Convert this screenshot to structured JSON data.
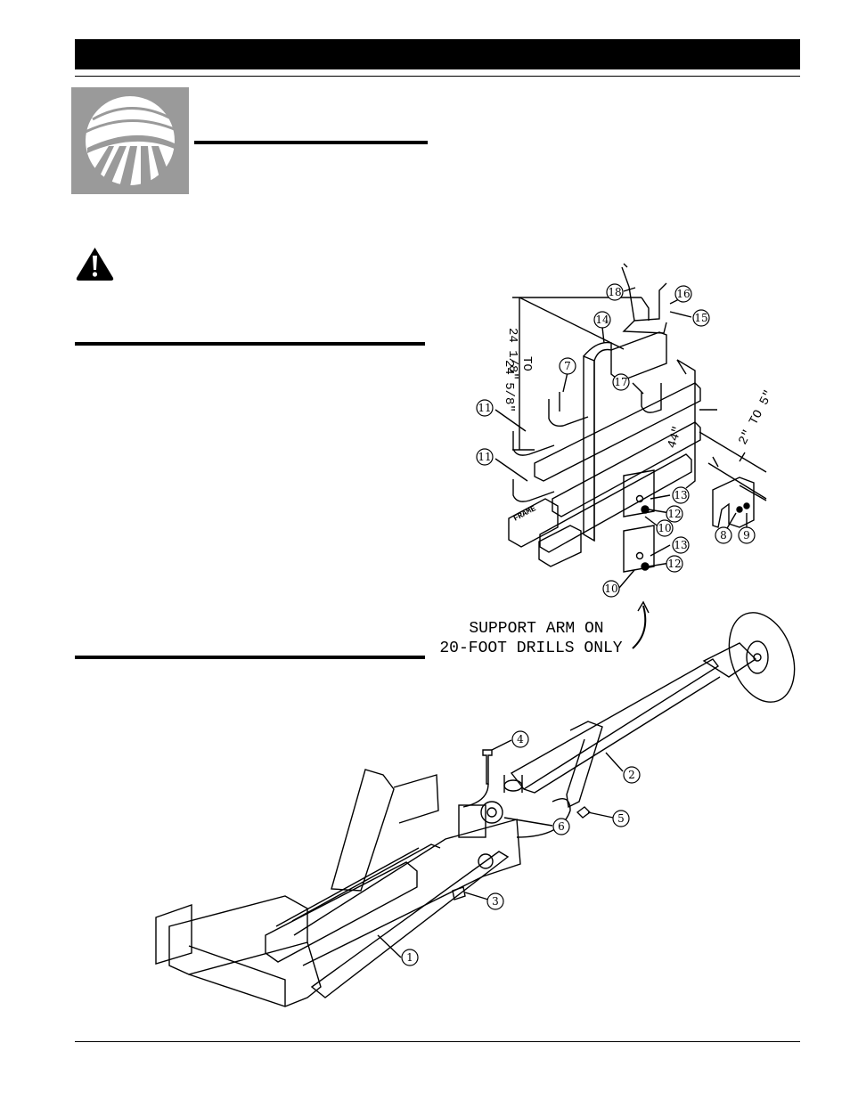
{
  "page": {
    "header_bar_color": "#000000",
    "logo_icon": "field-rows-logo-icon",
    "warning_icon": "warning-triangle-icon"
  },
  "figure_top": {
    "note_lines": [
      "SUPPORT ARM ON",
      "20-FOOT DRILLS ONLY"
    ],
    "frame_label": "FRAME",
    "dimensions": {
      "height_line1": "24 1/8\"",
      "height_line2": "TO",
      "height_line3": "24 5/8\"",
      "width": "44\"",
      "offset": "2\" TO 5\""
    },
    "callouts": [
      "18",
      "16",
      "15",
      "14",
      "7",
      "17",
      "11",
      "11",
      "13",
      "12",
      "10",
      "13",
      "12",
      "10",
      "8",
      "9"
    ]
  },
  "figure_bottom": {
    "callouts": [
      "4",
      "2",
      "6",
      "5",
      "3",
      "1"
    ]
  }
}
